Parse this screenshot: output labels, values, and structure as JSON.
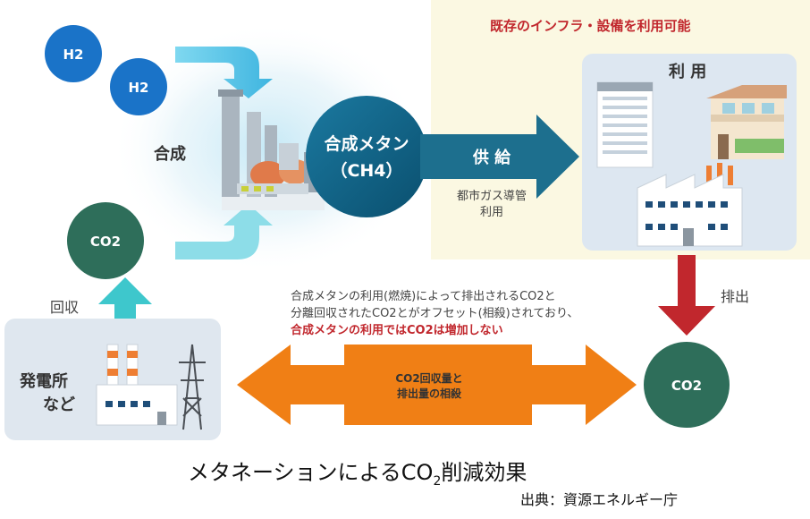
{
  "h2_bubbles": [
    "H2",
    "H2"
  ],
  "synthesis_label": "合成",
  "methane": {
    "line1": "合成メタン",
    "line2": "（CH4）"
  },
  "supply": {
    "label": "供 給",
    "sub1": "都市ガス導管",
    "sub2": "利用"
  },
  "infra_note": "既存のインフラ・設備を利用可能",
  "use_label": "利 用",
  "emission_label": "排出",
  "co2_input": "CO2",
  "co2_output": "CO2",
  "recovery_label": "回収",
  "plant_label": {
    "line1": "発電所",
    "line2": "など"
  },
  "explanation": {
    "line1": "合成メタンの利用(燃焼)によって排出されるCO2と",
    "line2": "分離回収されたCO2とがオフセット(相殺)されており、",
    "highlight": "合成メタンの利用ではCO2は増加しない"
  },
  "offset_arrow": {
    "line1": "CO2回収量と",
    "line2": "排出量の相殺"
  },
  "caption": {
    "main": "メタネーションによるCO",
    "sub": "2",
    "tail": "削減効果"
  },
  "source": "出典：資源エネルギー庁",
  "colors": {
    "h2_blue": "#1a73c8",
    "co2_green": "#2e6e5a",
    "methane_navy": "#0c5a7d",
    "supply_teal": "#1d6f8e",
    "emission_red": "#c1272d",
    "offset_orange": "#f07f15",
    "recovery_teal": "#3ec7cc",
    "infra_panel": "#fbf8e2",
    "use_panel": "#dde7f1",
    "plant_panel": "#dfe7ef"
  }
}
